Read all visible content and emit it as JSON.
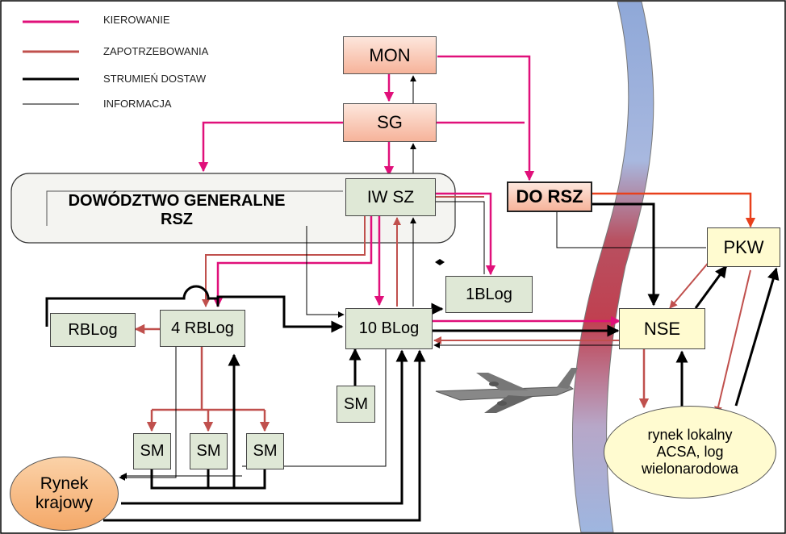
{
  "legend": {
    "kierowanie": "KIEROWANIE",
    "zapotrzebowania": "ZAPOTRZEBOWANIA",
    "strumien": "STRUMIEŃ DOSTAW",
    "informacja": "INFORMACJA"
  },
  "colors": {
    "kierowanie": "#e0107a",
    "zapotrzebowania": "#c0504d",
    "strumien": "#000000",
    "informacja": "#000000",
    "orange": "#e8401c"
  },
  "nodes": {
    "mon": "MON",
    "sg": "SG",
    "dowodztwo": "DOWÓDZTWO GENERALNE RSZ",
    "iw_sz": "IW SZ",
    "do_rsz": "DO RSZ",
    "pkw": "PKW",
    "blog1": "1BLog",
    "rblog": "RBLog",
    "rblog4": "4 RBLog",
    "blog10": "10 BLog",
    "nse": "NSE",
    "sm": "SM",
    "rynek_krajowy_1": "Rynek",
    "rynek_krajowy_2": "krajowy",
    "rynek_lokalny_1": "rynek lokalny",
    "rynek_lokalny_2": "ACSA, log",
    "rynek_lokalny_3": "wielonarodowa"
  },
  "icons": [
    "aircraft-icon"
  ]
}
